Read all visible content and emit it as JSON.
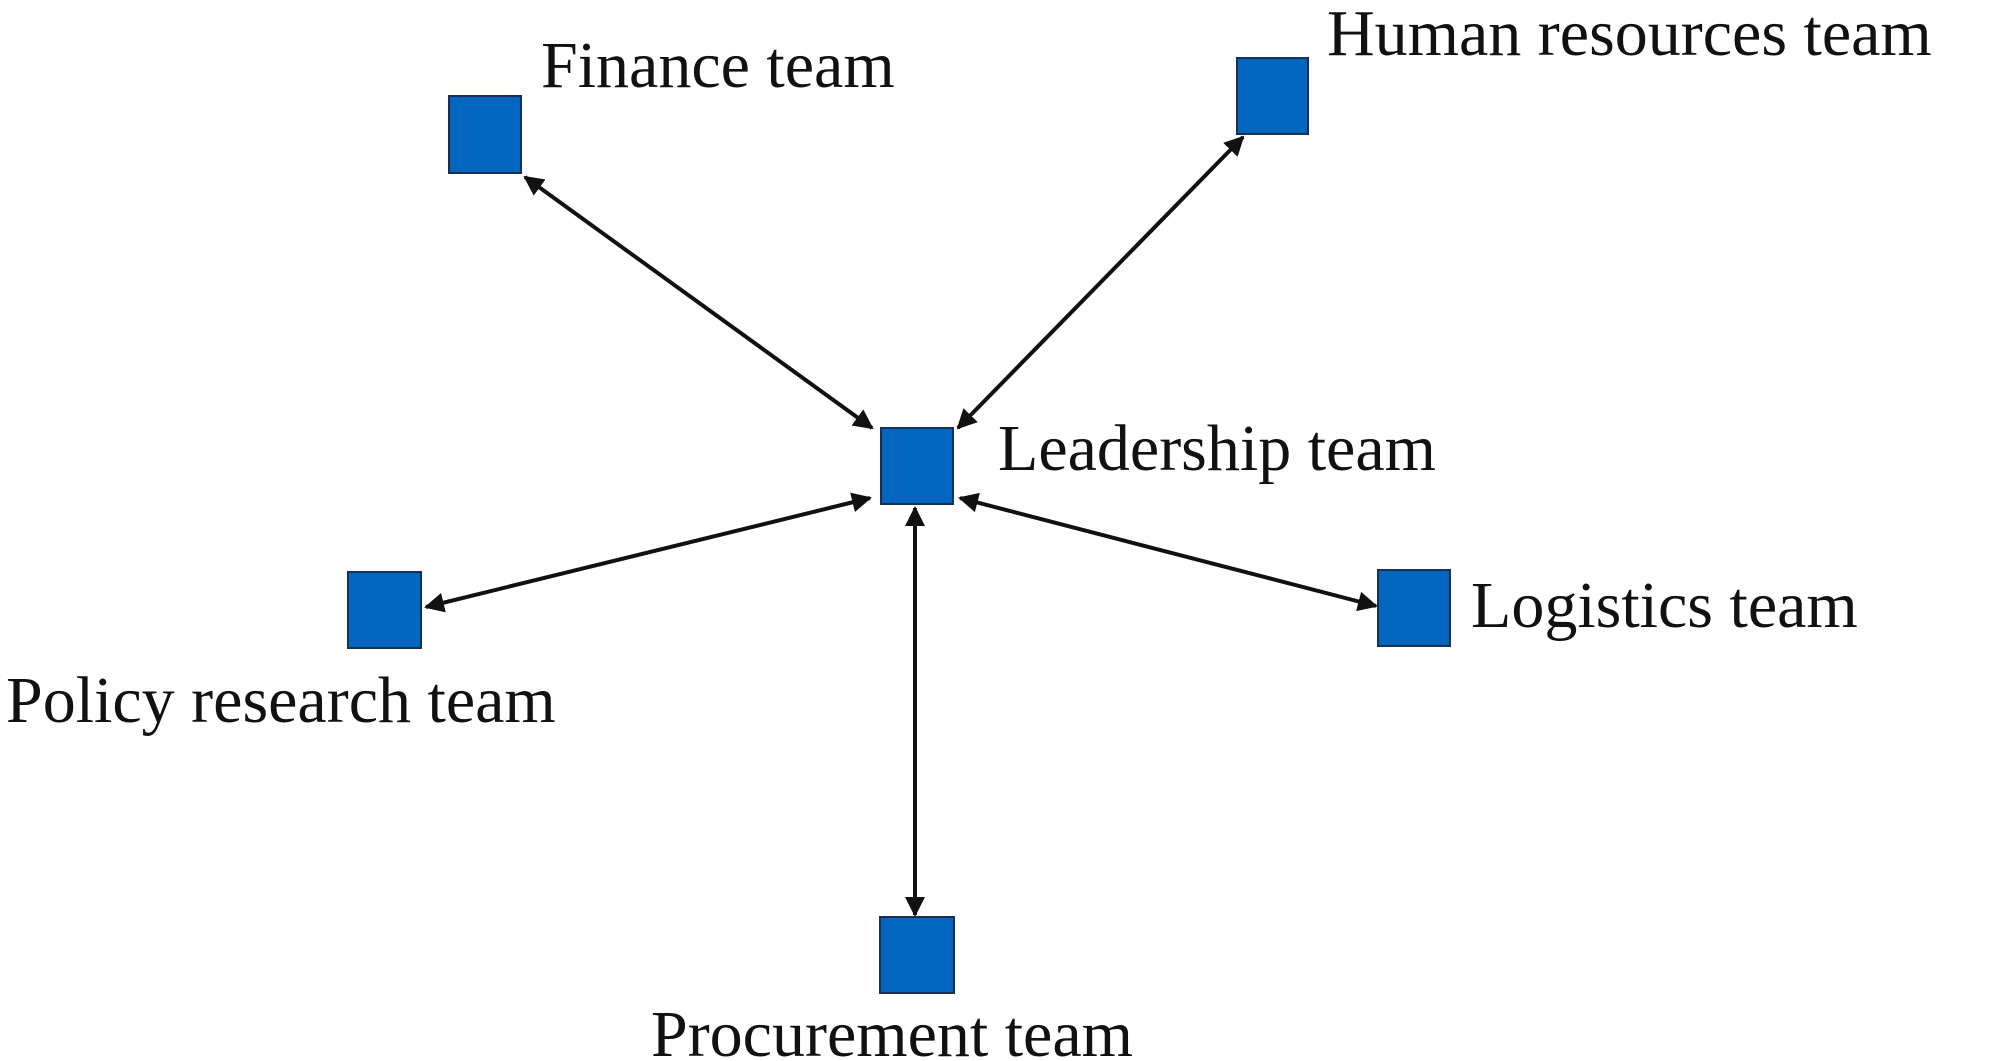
{
  "diagram": {
    "colors": {
      "node": "#0066c0",
      "node_border": "#1c2f52",
      "edge": "#111111",
      "text": "#111111"
    },
    "nodes": {
      "leadership": {
        "label": "Leadership team"
      },
      "finance": {
        "label": "Finance team"
      },
      "human_resources": {
        "label": "Human resources team"
      },
      "policy_research": {
        "label": "Policy research team"
      },
      "logistics": {
        "label": "Logistics team"
      },
      "procurement": {
        "label": "Procurement team"
      }
    },
    "edges": [
      {
        "from": "leadership",
        "to": "finance",
        "direction": "both"
      },
      {
        "from": "leadership",
        "to": "human_resources",
        "direction": "both"
      },
      {
        "from": "leadership",
        "to": "policy_research",
        "direction": "both"
      },
      {
        "from": "leadership",
        "to": "logistics",
        "direction": "both"
      },
      {
        "from": "leadership",
        "to": "procurement",
        "direction": "both"
      }
    ]
  }
}
